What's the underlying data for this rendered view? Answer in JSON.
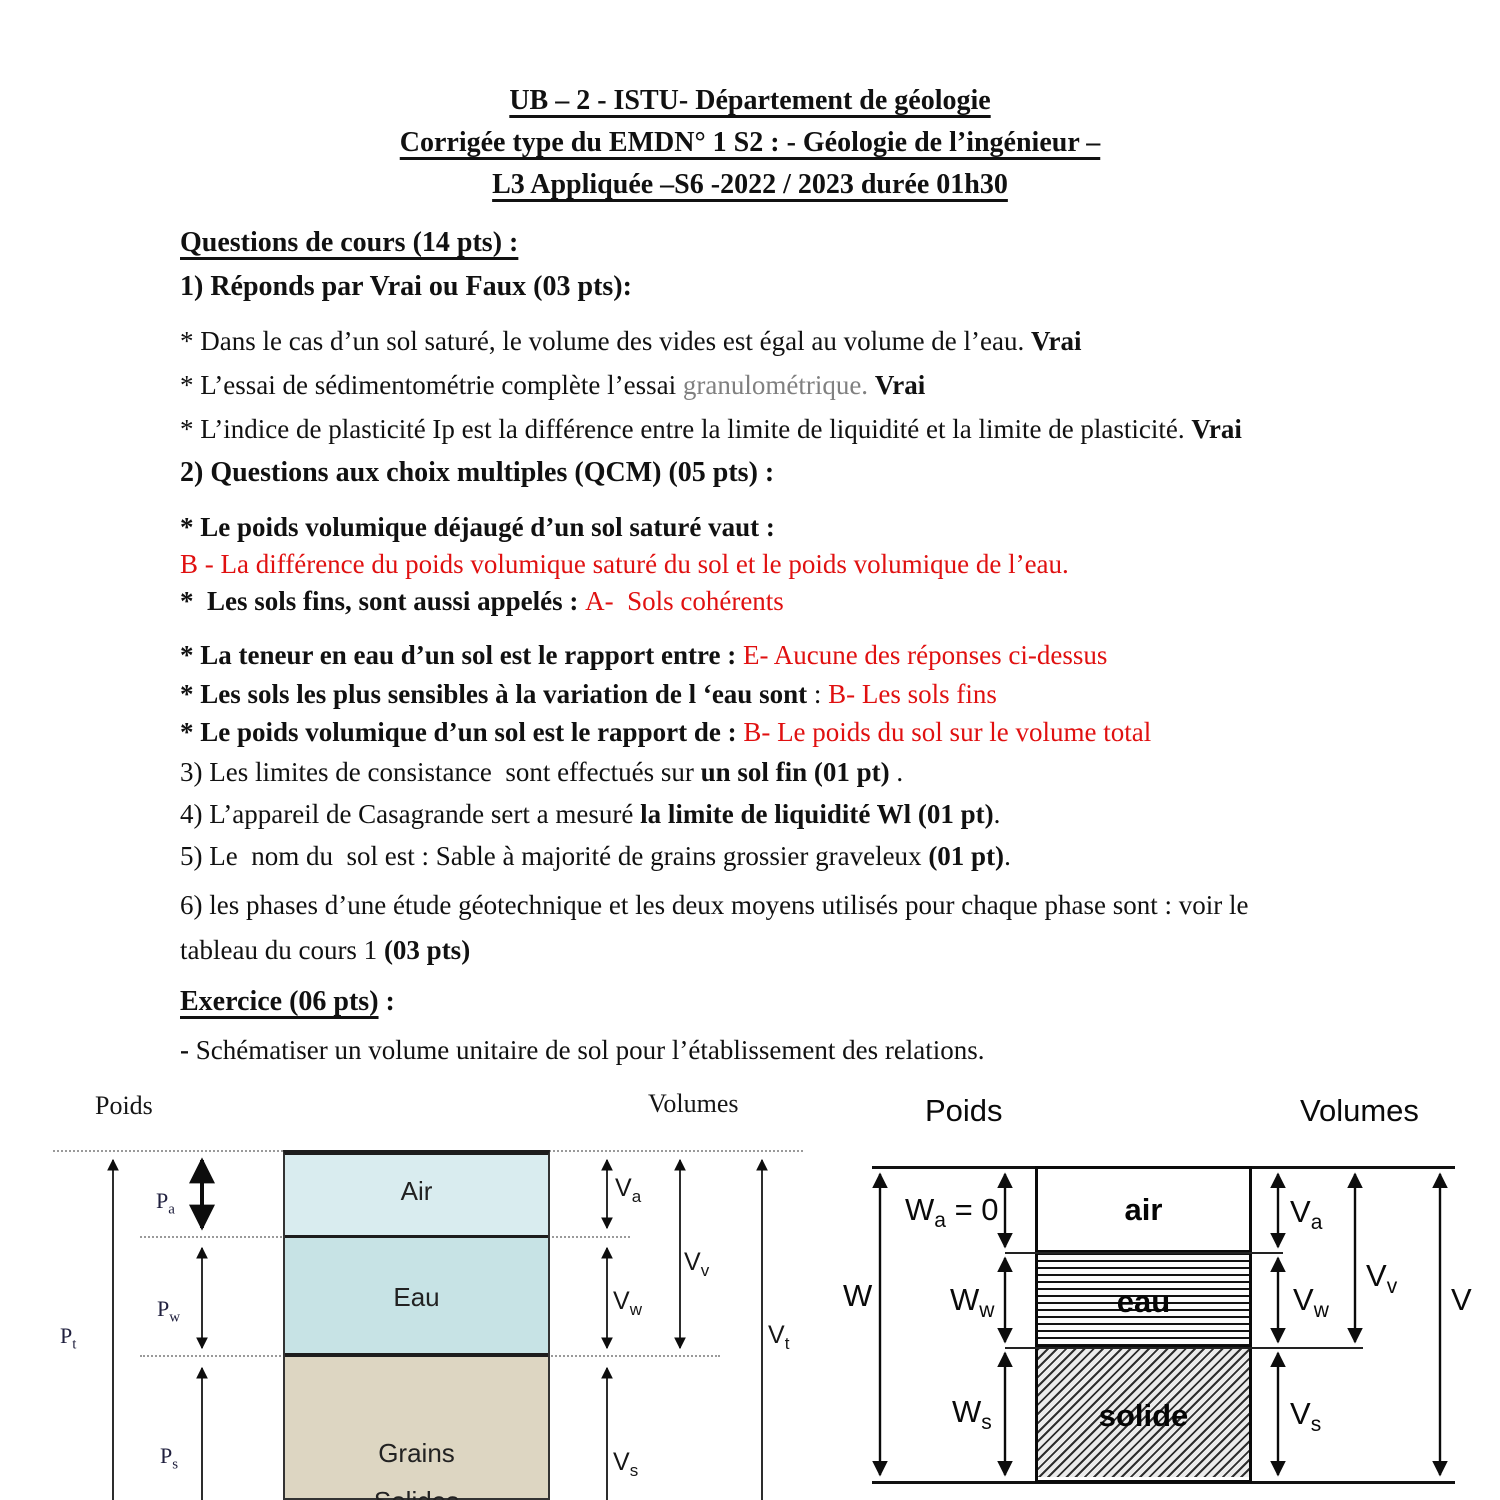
{
  "colors": {
    "answer_red": "#e01010",
    "gray_word": "#808080",
    "text": "#111111",
    "air_fill": "#d9ecef",
    "eau_fill": "#c7e3e5",
    "grains_fill": "#ddd6c2"
  },
  "title": {
    "lines": [
      "UB – 2 -  ISTU- Département de géologie",
      "Corrigée type du EMDN° 1 S2 : - Géologie de l’ingénieur –",
      "L3 Appliquée –S6 -2022 / 2023 durée 01h30"
    ]
  },
  "course": {
    "heading": "Questions de cours (14 pts) :",
    "q1_heading": "1) Réponds par Vrai ou Faux (03 pts):",
    "vf": [
      {
        "text": "* Dans le cas d’un sol saturé, le volume des vides est égal au volume de l’eau. ",
        "answer": "Vrai"
      },
      {
        "text": "* L’essai de sédimentométrie complète l’essai ",
        "gray": "granulométrique. ",
        "answer": "Vrai"
      },
      {
        "text": "* L’indice de plasticité Ip est la différence entre la limite de liquidité et la limite de plasticité. ",
        "answer": "Vrai"
      }
    ],
    "q2_heading": "2) Questions aux choix multiples (QCM) (05 pts) :",
    "qcm1": {
      "question": "* Le poids volumique déjaugé d’un sol saturé vaut :",
      "answer": "B - La différence du poids volumique saturé du sol et le poids volumique de l’eau."
    },
    "qcm2": {
      "question": "*  Les sols fins, sont aussi appelés : ",
      "answer": "A-  Sols cohérents"
    },
    "qcm3": {
      "question": "* La teneur en eau d’un sol est le rapport entre : ",
      "answer": "E- Aucune des réponses ci-dessus"
    },
    "qcm4": {
      "question": "* Les sols les plus sensibles à la variation de l ‘eau sont",
      "separator": " : ",
      "answer": "B- Les sols fins"
    },
    "qcm5": {
      "question": "* Le poids volumique d’un sol est le rapport de : ",
      "answer": "B- Le poids du sol sur le volume total"
    },
    "q3": {
      "pre": "3) Les limites de consistance  sont effectués sur ",
      "bold": "un sol fin (01 pt)",
      "post": " ."
    },
    "q4": {
      "pre": "4) L’appareil de Casagrande sert a mesuré ",
      "bold": "la limite de liquidité Wl (01 pt)",
      "post": "."
    },
    "q5": {
      "pre": "5) Le  nom du  sol est : Sable à majorité de grains grossier graveleux ",
      "bold": "(01 pt)",
      "post": "."
    },
    "q6": {
      "line1": "6) les phases d’une étude géotechnique et les deux moyens utilisés pour chaque phase sont : voir le",
      "line2_pre": "tableau du cours 1 ",
      "line2_bold": "(03 pts)"
    }
  },
  "exercise": {
    "heading": "Exercice (06 pts)",
    "heading_suffix": " :",
    "dash": "- ",
    "instruction": "Schématiser un volume unitaire de sol pour l’établissement des relations."
  },
  "diagram_left": {
    "poids_label": "Poids",
    "volumes_label": "Volumes",
    "layer_air": "Air",
    "layer_eau": "Eau",
    "layer_grains_line1": "Grains",
    "layer_grains_line2": "Solides",
    "pt": {
      "main": "P",
      "sub": "t"
    },
    "pa": {
      "main": "P",
      "sub": "a"
    },
    "pw": {
      "main": "P",
      "sub": "w"
    },
    "ps": {
      "main": "P",
      "sub": "s"
    },
    "va": {
      "main": "V",
      "sub": "a"
    },
    "vw": {
      "main": "V",
      "sub": "w"
    },
    "vv": {
      "main": "V",
      "sub": "v"
    },
    "vt": {
      "main": "V",
      "sub": "t"
    },
    "vs": {
      "main": "V",
      "sub": "s"
    }
  },
  "diagram_right": {
    "poids_label": "Poids",
    "volumes_label": "Volumes",
    "layer_air": "air",
    "layer_eau": "eau",
    "layer_solide": "solide",
    "w": {
      "main": "W"
    },
    "wa": {
      "main": "W",
      "sub": "a",
      "eq": " = 0"
    },
    "ww": {
      "main": "W",
      "sub": "w"
    },
    "ws": {
      "main": "W",
      "sub": "s"
    },
    "v": {
      "main": "V"
    },
    "va": {
      "main": "V",
      "sub": "a"
    },
    "vw": {
      "main": "V",
      "sub": "w"
    },
    "vv": {
      "main": "V",
      "sub": "v"
    },
    "vs": {
      "main": "V",
      "sub": "s"
    }
  }
}
